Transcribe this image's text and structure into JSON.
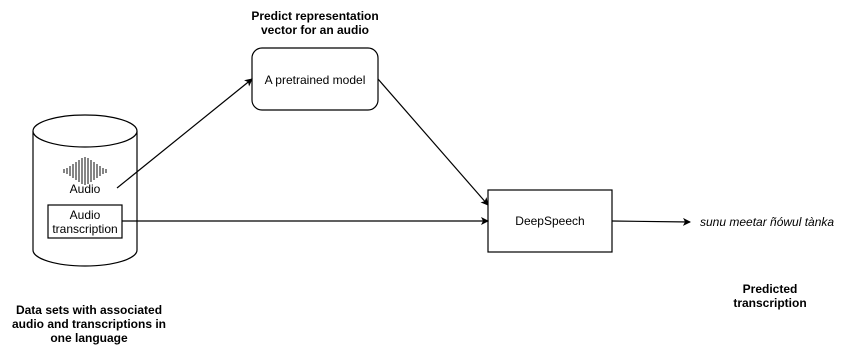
{
  "predict_label_line1": "Predict representation",
  "predict_label_line2": "vector for an audio",
  "pretrained_model": "A pretrained model",
  "audio_label": "Audio",
  "transcription_line1": "Audio",
  "transcription_line2": "transcription",
  "deepspeech": "DeepSpeech",
  "output_text": "sunu meetar ñówul tànka",
  "datasets_line1": "Data sets with associated",
  "datasets_line2": "audio and transcriptions in",
  "datasets_line3": "one language",
  "predicted_line1": "Predicted",
  "predicted_line2": "transcription",
  "colors": {
    "stroke": "#000000",
    "fill": "#ffffff"
  }
}
